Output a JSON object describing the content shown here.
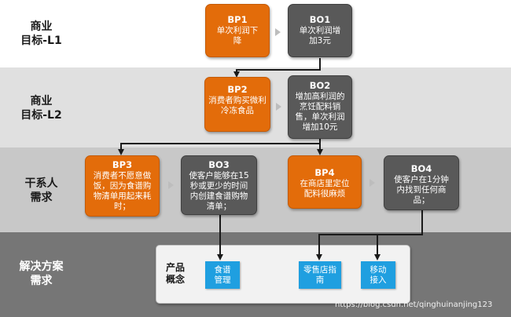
{
  "bands": [
    {
      "label_line1": "商业",
      "label_line2": "目标-L1",
      "color": "#ffffff"
    },
    {
      "label_line1": "商业",
      "label_line2": "目标-L2",
      "color": "#e0e0e0"
    },
    {
      "label_line1": "干系人",
      "label_line2": "需求",
      "color": "#c8c8c8"
    },
    {
      "label_line1": "解决方案",
      "label_line2": "需求",
      "color": "#767676"
    }
  ],
  "boxes": {
    "bp1": {
      "code": "BP1",
      "text": "单次利润下降"
    },
    "bo1": {
      "code": "BO1",
      "text": "单次利润增加3元"
    },
    "bp2": {
      "code": "BP2",
      "text": "消费者购买微利冷冻食品"
    },
    "bo2": {
      "code": "BO2",
      "text": "增加高利润的烹饪配料销售，单次利润增加10元"
    },
    "bp3": {
      "code": "BP3",
      "text": "消费者不愿意做饭，因为食谱购物清单用起来耗时；"
    },
    "bo3": {
      "code": "BO3",
      "text": "使客户能够在15秒或更少的时间内创建食谱购物清单；"
    },
    "bp4": {
      "code": "BP4",
      "text": "在商店里定位配料很麻烦"
    },
    "bo4": {
      "code": "BO4",
      "text": "使客户在1分钟内找到任何商品；"
    }
  },
  "solution": {
    "product_label": "产品概念",
    "features": [
      "食谱管理",
      "零售店指南",
      "移动接入"
    ]
  },
  "colors": {
    "problem": "#e36c0a",
    "objective": "#595959",
    "feature": "#1f9fe0",
    "connector": "#1a1a1a"
  },
  "watermark": "https://blog.csdn.net/qinghuinanjing123"
}
